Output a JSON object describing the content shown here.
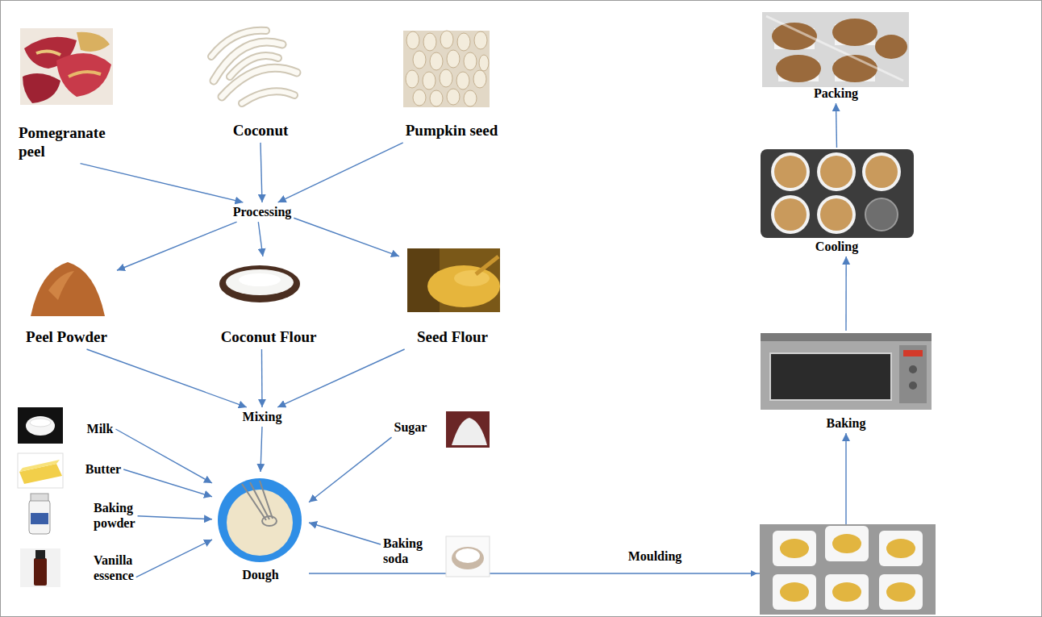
{
  "diagram": {
    "nodes": [
      {
        "text": [
          "Pomegranate peel"
        ]
      },
      {
        "text": [
          "Coconut"
        ]
      },
      {
        "text": [
          "Pumpkin seed"
        ]
      },
      {
        "text": [
          "Processing"
        ]
      },
      {
        "text": [
          "Peel Powder"
        ]
      },
      {
        "text": [
          "Coconut Flour"
        ]
      },
      {
        "text": [
          "Seed Flour"
        ]
      },
      {
        "text": [
          "Mixing"
        ]
      },
      {
        "text": [
          "Milk"
        ]
      },
      {
        "text": [
          "Butter"
        ]
      },
      {
        "text": [
          "Baking powder"
        ]
      },
      {
        "text": [
          "Vanilla essence"
        ]
      },
      {
        "text": [
          "Dough"
        ]
      },
      {
        "text": [
          "Sugar"
        ]
      },
      {
        "text": [
          "Baking soda"
        ]
      },
      {
        "text": [
          "Baking"
        ]
      },
      {
        "text": [
          "Cooling"
        ]
      },
      {
        "text": [
          "Packing"
        ]
      }
    ],
    "edges": [
      {
        "from": 0,
        "to": 3,
        "arrow": "to"
      },
      {
        "from": 1,
        "to": 3,
        "arrow": "to"
      },
      {
        "from": 2,
        "to": 3,
        "arrow": "to"
      },
      {
        "from": 3,
        "to": 4,
        "arrow": "to"
      },
      {
        "from": 3,
        "to": 5,
        "arrow": "to"
      },
      {
        "from": 3,
        "to": 6,
        "arrow": "to"
      },
      {
        "from": 4,
        "to": 7,
        "arrow": "to"
      },
      {
        "from": 5,
        "to": 7,
        "arrow": "to"
      },
      {
        "from": 6,
        "to": 7,
        "arrow": "to"
      },
      {
        "from": 7,
        "to": 12,
        "arrow": "to"
      },
      {
        "from": 8,
        "to": 12,
        "arrow": "to"
      },
      {
        "from": 9,
        "to": 12,
        "arrow": "to"
      },
      {
        "from": 10,
        "to": 12,
        "arrow": "to"
      },
      {
        "from": 11,
        "to": 12,
        "arrow": "to"
      },
      {
        "from": 13,
        "to": 12,
        "arrow": "to"
      },
      {
        "from": 14,
        "to": 12,
        "arrow": "to"
      },
      {
        "from": 12,
        "to": 15,
        "label": "Moulding",
        "arrow": "to"
      },
      {
        "from": 15,
        "to": 16,
        "arrow": "to"
      },
      {
        "from": 16,
        "to": 17,
        "arrow": "to"
      }
    ]
  }
}
